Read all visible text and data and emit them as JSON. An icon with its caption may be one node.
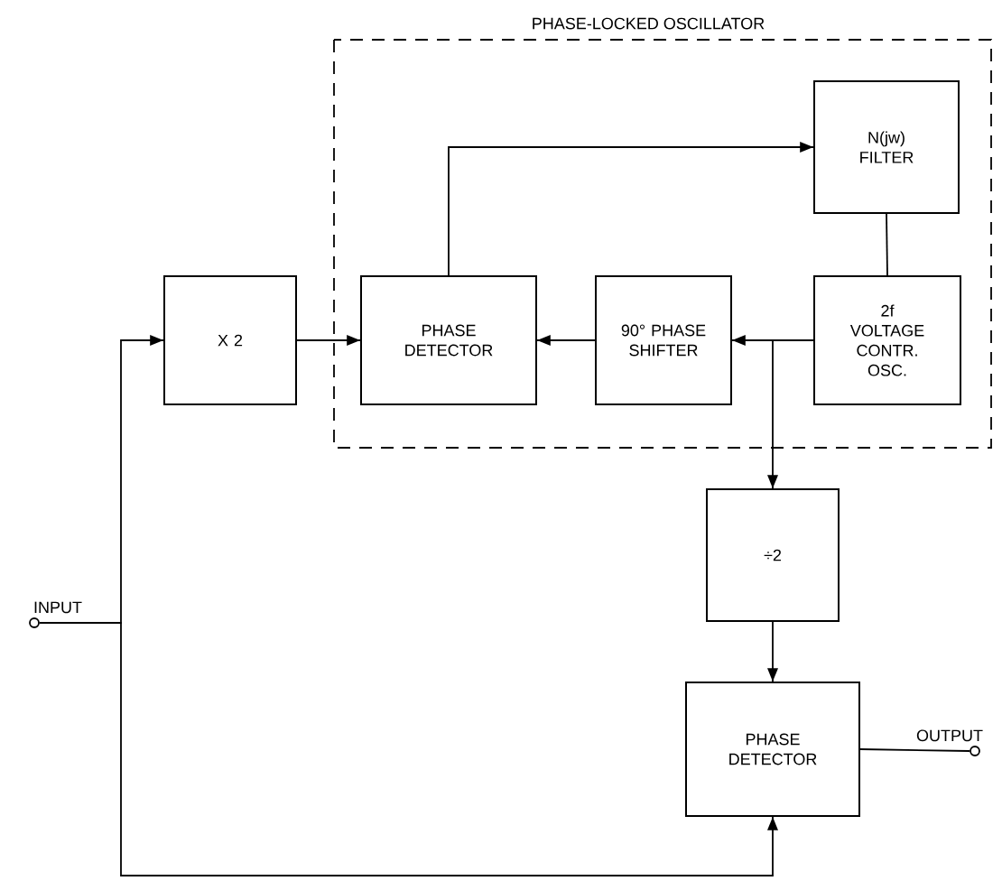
{
  "diagram": {
    "nodes": [
      {
        "text": [
          "PHASE-LOCKED OSCILLATOR"
        ]
      },
      {
        "text": [
          "X 2"
        ]
      },
      {
        "text": [
          "PHASE DETECTOR"
        ],
        "in": 0
      },
      {
        "text": [
          "90° PHASE SHIFTER"
        ],
        "in": 0
      },
      {
        "text": [
          "N(jw) FILTER"
        ],
        "in": 0
      },
      {
        "text": [
          "2f VOLTAGE CONTR. OSC."
        ],
        "in": 0
      },
      {
        "text": [
          "÷2"
        ]
      },
      {
        "text": [
          "PHASE DETECTOR"
        ]
      },
      {
        "text": [
          "INPUT"
        ]
      },
      {
        "text": [
          "OUTPUT"
        ]
      }
    ],
    "edges": [
      {
        "from": 8,
        "to": 1,
        "arrow": "to"
      },
      {
        "from": 8,
        "to": 7,
        "arrow": "to"
      },
      {
        "from": 1,
        "to": 2,
        "arrow": "to"
      },
      {
        "from": 2,
        "to": 4,
        "arrow": "to"
      },
      {
        "from": 4,
        "to": 5,
        "arrow": "none"
      },
      {
        "from": 5,
        "to": 3,
        "arrow": "to"
      },
      {
        "from": 3,
        "to": 2,
        "arrow": "to"
      },
      {
        "from": 5,
        "to": 6,
        "arrow": "to"
      },
      {
        "from": 6,
        "to": 7,
        "arrow": "to"
      },
      {
        "from": 7,
        "to": 9,
        "arrow": "none"
      }
    ]
  }
}
